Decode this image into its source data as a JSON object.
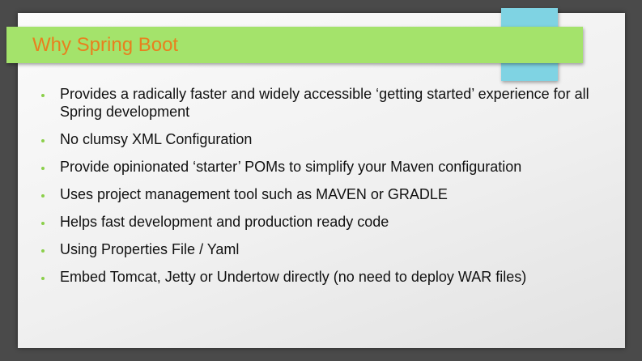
{
  "slide": {
    "title": "Why Spring Boot",
    "bullets": [
      "Provides a radically faster and widely accessible ‘getting started’ experience for all Spring development",
      "No clumsy XML Configuration",
      "Provide opinionated ‘starter’ POMs to simplify your Maven configuration",
      "Uses project management tool such as MAVEN or GRADLE",
      "Helps fast development and production ready code",
      "Using Properties File / Yaml",
      "Embed Tomcat, Jetty or Undertow directly (no need to deploy WAR files)"
    ]
  },
  "colors": {
    "title_bar": "#a4e36b",
    "title_text": "#e8801e",
    "accent_box": "#7fd3e3",
    "bullet_marker": "#8bcf4a"
  }
}
